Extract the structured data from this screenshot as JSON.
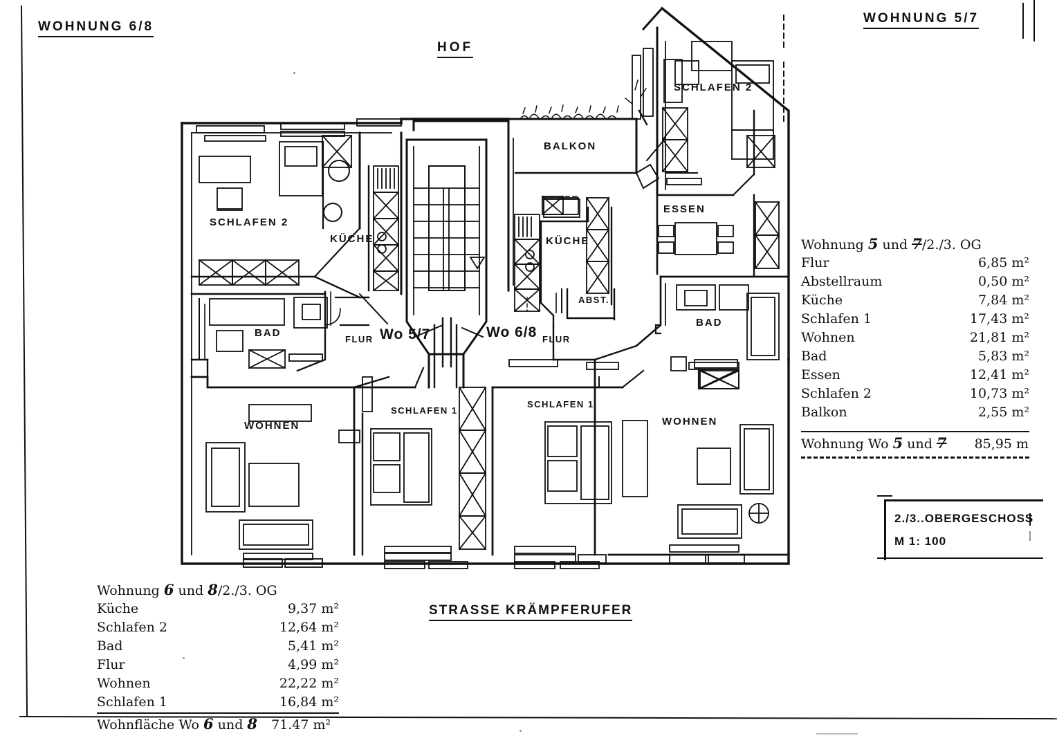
{
  "sheet": {
    "header_left": "WOHNUNG 6/8",
    "header_right": "WOHNUNG 5/7",
    "courtyard_label": "HOF",
    "street_label": "STRASSE  KRÄMPFERUFER"
  },
  "plan": {
    "unit_tag_left": "Wo 5/7",
    "unit_tag_right": "Wo 6/8",
    "rooms": {
      "schlafen2_left": "SCHLAFEN 2",
      "kueche_left": "KÜCHE",
      "bad_left": "BAD",
      "flur_left": "FLUR",
      "wohnen_left": "WOHNEN",
      "schlafen1_left": "SCHLAFEN 1",
      "schlafen1_right": "SCHLAFEN 1",
      "wohnen_right": "WOHNEN",
      "bad_right": "BAD",
      "flur_right": "FLUR",
      "kueche_right": "KÜCHE",
      "abstellraum": "ABST.",
      "essen": "ESSEN",
      "balkon": "BALKON",
      "schlafen2_right": "SCHLAFEN 2"
    }
  },
  "schedule_right": {
    "title_pre": "Wohnung",
    "title_num1": "5",
    "title_mid": "und",
    "title_num2": "7",
    "title_post": "/2./3. OG",
    "rows": [
      {
        "room": "Flur",
        "area": "6,85 m²"
      },
      {
        "room": "Abstellraum",
        "area": "0,50 m²"
      },
      {
        "room": "Küche",
        "area": "7,84 m²"
      },
      {
        "room": "Schlafen 1",
        "area": "17,43 m²"
      },
      {
        "room": "Wohnen",
        "area": "21,81 m²"
      },
      {
        "room": "Bad",
        "area": "5,83 m²"
      },
      {
        "room": "Essen",
        "area": "12,41 m²"
      },
      {
        "room": "Schlafen 2",
        "area": "10,73 m²"
      },
      {
        "room": "Balkon",
        "area": "2,55 m²"
      }
    ],
    "total_pre": "Wohnung  Wo",
    "total_num1": "5",
    "total_mid": "und",
    "total_num2": "7",
    "total_value": "85,95 m"
  },
  "schedule_left": {
    "title_pre": "Wohnung",
    "title_num1": "6",
    "title_mid": "und",
    "title_num2": "8",
    "title_post": "/2./3. OG",
    "rows": [
      {
        "room": "Küche",
        "area": "9,37 m²"
      },
      {
        "room": "Schlafen 2",
        "area": "12,64 m²"
      },
      {
        "room": "Bad",
        "area": "5,41 m²"
      },
      {
        "room": "Flur",
        "area": "4,99 m²"
      },
      {
        "room": "Wohnen",
        "area": "22,22 m²"
      },
      {
        "room": "Schlafen 1",
        "area": "16,84 m²"
      }
    ],
    "total_pre": "Wohnfläche  Wo",
    "total_num1": "6",
    "total_mid": "und",
    "total_num2": "8",
    "total_value": "71.47 m²"
  },
  "title_block": {
    "floor": "2./3..OBERGESCHOSS",
    "scale": "M 1: 100"
  }
}
